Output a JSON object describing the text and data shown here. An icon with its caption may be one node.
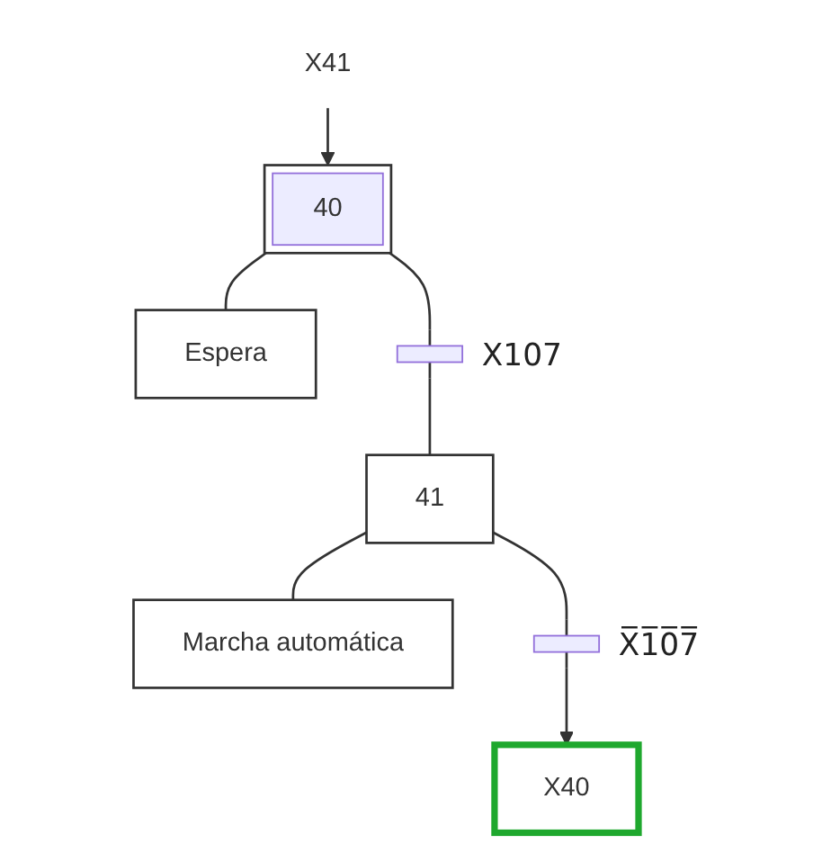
{
  "diagram": {
    "nodes": [
      {
        "text": [
          "X41"
        ]
      },
      {
        "text": [
          "40"
        ]
      },
      {
        "text": [
          "Espera"
        ]
      },
      {
        "text": [],
        "shape": "bar",
        "beside": [
          "X107"
        ]
      },
      {
        "text": [
          "41"
        ]
      },
      {
        "text": [
          "Marcha automática"
        ]
      },
      {
        "text": [],
        "shape": "bar",
        "beside": [
          "X̅1̅0̅7̅"
        ]
      },
      {
        "text": [
          "X40"
        ]
      }
    ],
    "edges": [
      {
        "from": 0,
        "to": 1,
        "arrow": "to"
      },
      {
        "from": 1,
        "to": 2,
        "arrow": "none"
      },
      {
        "from": 1,
        "to": 3,
        "arrow": "none"
      },
      {
        "from": 3,
        "to": 4,
        "arrow": "none"
      },
      {
        "from": 4,
        "to": 5,
        "arrow": "none"
      },
      {
        "from": 4,
        "to": 6,
        "arrow": "none"
      },
      {
        "from": 6,
        "to": 7,
        "arrow": "to"
      }
    ]
  }
}
